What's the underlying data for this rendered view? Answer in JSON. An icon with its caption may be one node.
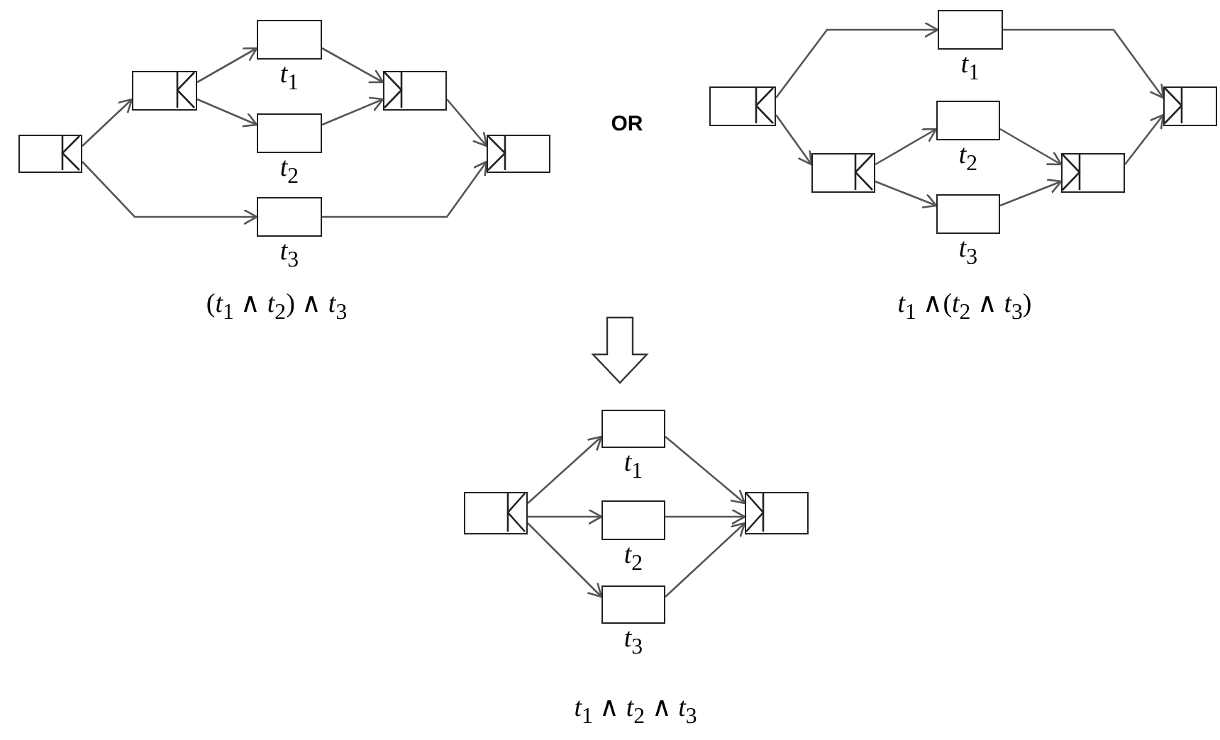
{
  "diagram": {
    "nodes": [
      {
        "text": [],
        "shape": "box"
      },
      {
        "text": [],
        "shape": "box"
      },
      {
        "text": [
          "*t*$_{1}$"
        ]
      },
      {
        "text": [
          "*t*$_{2}$"
        ]
      },
      {
        "text": [
          "*t*$_{3}$"
        ]
      },
      {
        "text": [],
        "shape": "box"
      },
      {
        "text": [],
        "shape": "box"
      },
      {
        "text": [],
        "shape": "box"
      },
      {
        "text": [
          "*t*$_{1}$"
        ]
      },
      {
        "text": [],
        "shape": "box"
      },
      {
        "text": [
          "*t*$_{2}$"
        ]
      },
      {
        "text": [
          "*t*$_{3}$"
        ]
      },
      {
        "text": [],
        "shape": "box"
      },
      {
        "text": [],
        "shape": "box"
      },
      {
        "text": [],
        "shape": "box"
      },
      {
        "text": [
          "*t*$_{1}$"
        ]
      },
      {
        "text": [
          "*t*$_{2}$"
        ]
      },
      {
        "text": [
          "*t*$_{3}$"
        ]
      },
      {
        "text": [],
        "shape": "box"
      }
    ],
    "edges": [
      {
        "from": 0,
        "to": 1,
        "arrow": "to"
      },
      {
        "from": 1,
        "to": 2,
        "arrow": "to"
      },
      {
        "from": 1,
        "to": 3,
        "arrow": "to"
      },
      {
        "from": 2,
        "to": 5,
        "arrow": "to"
      },
      {
        "from": 3,
        "to": 5,
        "arrow": "to"
      },
      {
        "from": 0,
        "to": 4,
        "arrow": "to"
      },
      {
        "from": 4,
        "to": 6,
        "arrow": "to"
      },
      {
        "from": 5,
        "to": 6,
        "arrow": "to"
      },
      {
        "from": 7,
        "to": 8,
        "arrow": "to"
      },
      {
        "from": 8,
        "to": 13,
        "arrow": "to"
      },
      {
        "from": 7,
        "to": 9,
        "arrow": "to"
      },
      {
        "from": 9,
        "to": 10,
        "arrow": "to"
      },
      {
        "from": 9,
        "to": 11,
        "arrow": "to"
      },
      {
        "from": 10,
        "to": 12,
        "arrow": "to"
      },
      {
        "from": 11,
        "to": 12,
        "arrow": "to"
      },
      {
        "from": 12,
        "to": 13,
        "arrow": "to"
      },
      {
        "from": 14,
        "to": 15,
        "arrow": "to"
      },
      {
        "from": 14,
        "to": 16,
        "arrow": "to"
      },
      {
        "from": 14,
        "to": 17,
        "arrow": "to"
      },
      {
        "from": 15,
        "to": 18,
        "arrow": "to"
      },
      {
        "from": 16,
        "to": 18,
        "arrow": "to"
      },
      {
        "from": 17,
        "to": 18,
        "arrow": "to"
      }
    ],
    "labels": [
      "OR",
      "(*t*$_{1}$ ∧ *t*$_{2}$) ∧ *t*$_{3}$",
      "*t*$_{1}$ ∧(*t*$_{2}$  ∧ *t*$_{3}$)",
      "*t*$_{1}$ ∧  *t*$_{2}$  ∧ *t*$_{3}$"
    ]
  }
}
